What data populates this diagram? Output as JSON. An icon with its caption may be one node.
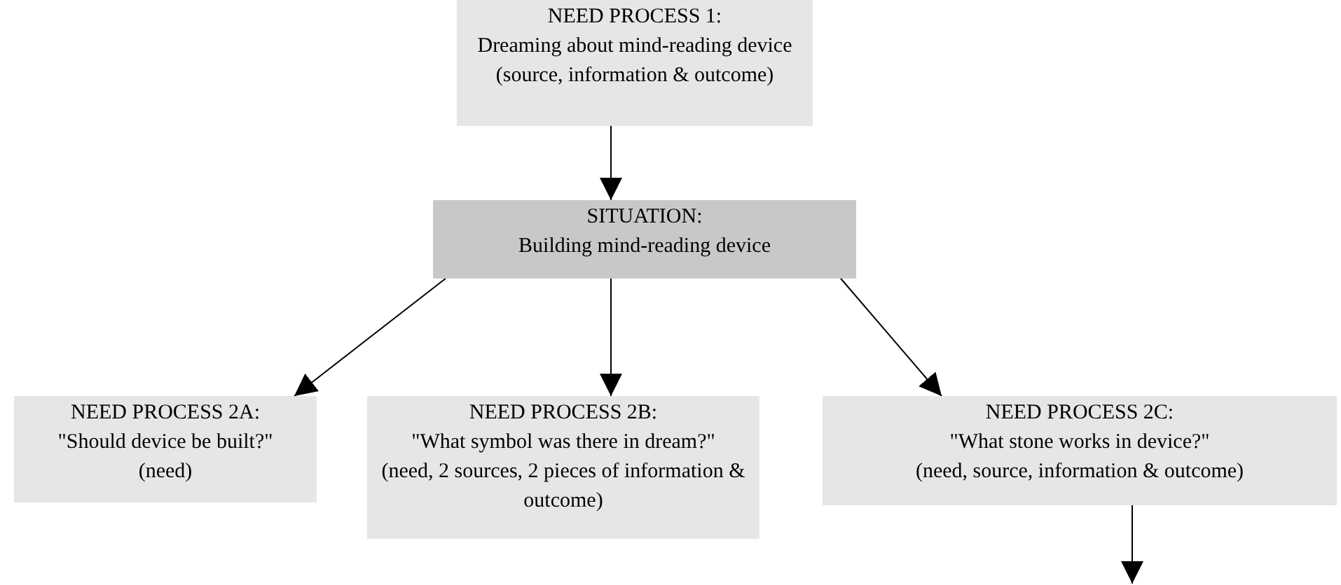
{
  "diagram": {
    "nodes": [
      {
        "text": [
          "NEED PROCESS 1:",
          "Dreaming about mind-reading device",
          "(source, information & outcome)"
        ]
      },
      {
        "text": [
          "SITUATION:",
          "Building mind-reading device"
        ]
      },
      {
        "text": [
          "NEED PROCESS 2A:",
          "\"Should device be built?\"",
          "(need)"
        ]
      },
      {
        "text": [
          "NEED PROCESS 2B:",
          "\"What symbol was there in dream?\"",
          "(need, 2 sources, 2 pieces of information & outcome)"
        ]
      },
      {
        "text": [
          "NEED PROCESS 2C:",
          "\"What stone works in device?\"",
          "(need, source, information & outcome)"
        ]
      }
    ],
    "edges": [
      {
        "from": 0,
        "to": 1,
        "arrow": "to"
      },
      {
        "from": 1,
        "to": 2,
        "arrow": "to"
      },
      {
        "from": 1,
        "to": 3,
        "arrow": "to"
      },
      {
        "from": 1,
        "to": 4,
        "arrow": "to"
      },
      {
        "from": 4,
        "to": null,
        "arrow": "to"
      }
    ]
  }
}
